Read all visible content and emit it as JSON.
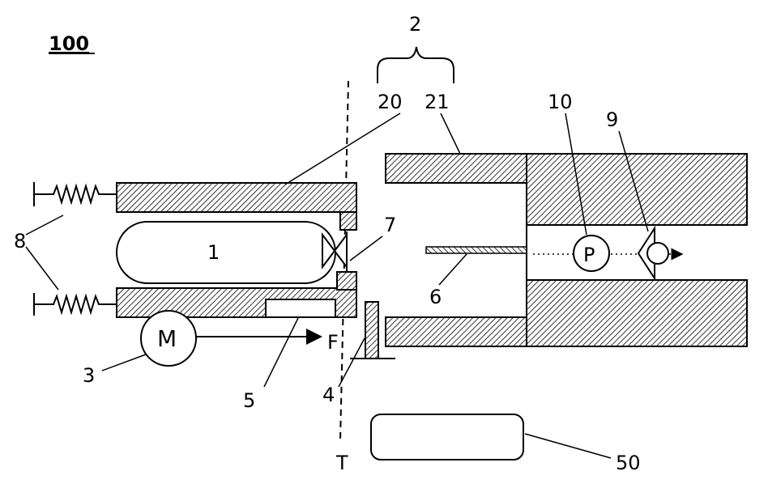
{
  "figure_label": "100",
  "labels": {
    "l1": "1",
    "l2": "2",
    "l3": "3",
    "l4": "4",
    "l5": "5",
    "l6": "6",
    "l7": "7",
    "l8": "8",
    "l9": "9",
    "l10": "10",
    "l20": "20",
    "l21": "21",
    "l50": "50",
    "motor": "M",
    "pump": "P",
    "force": "F",
    "plane": "T"
  },
  "colors": {
    "line": "#000000",
    "hatch_bg": "#ffffff"
  }
}
